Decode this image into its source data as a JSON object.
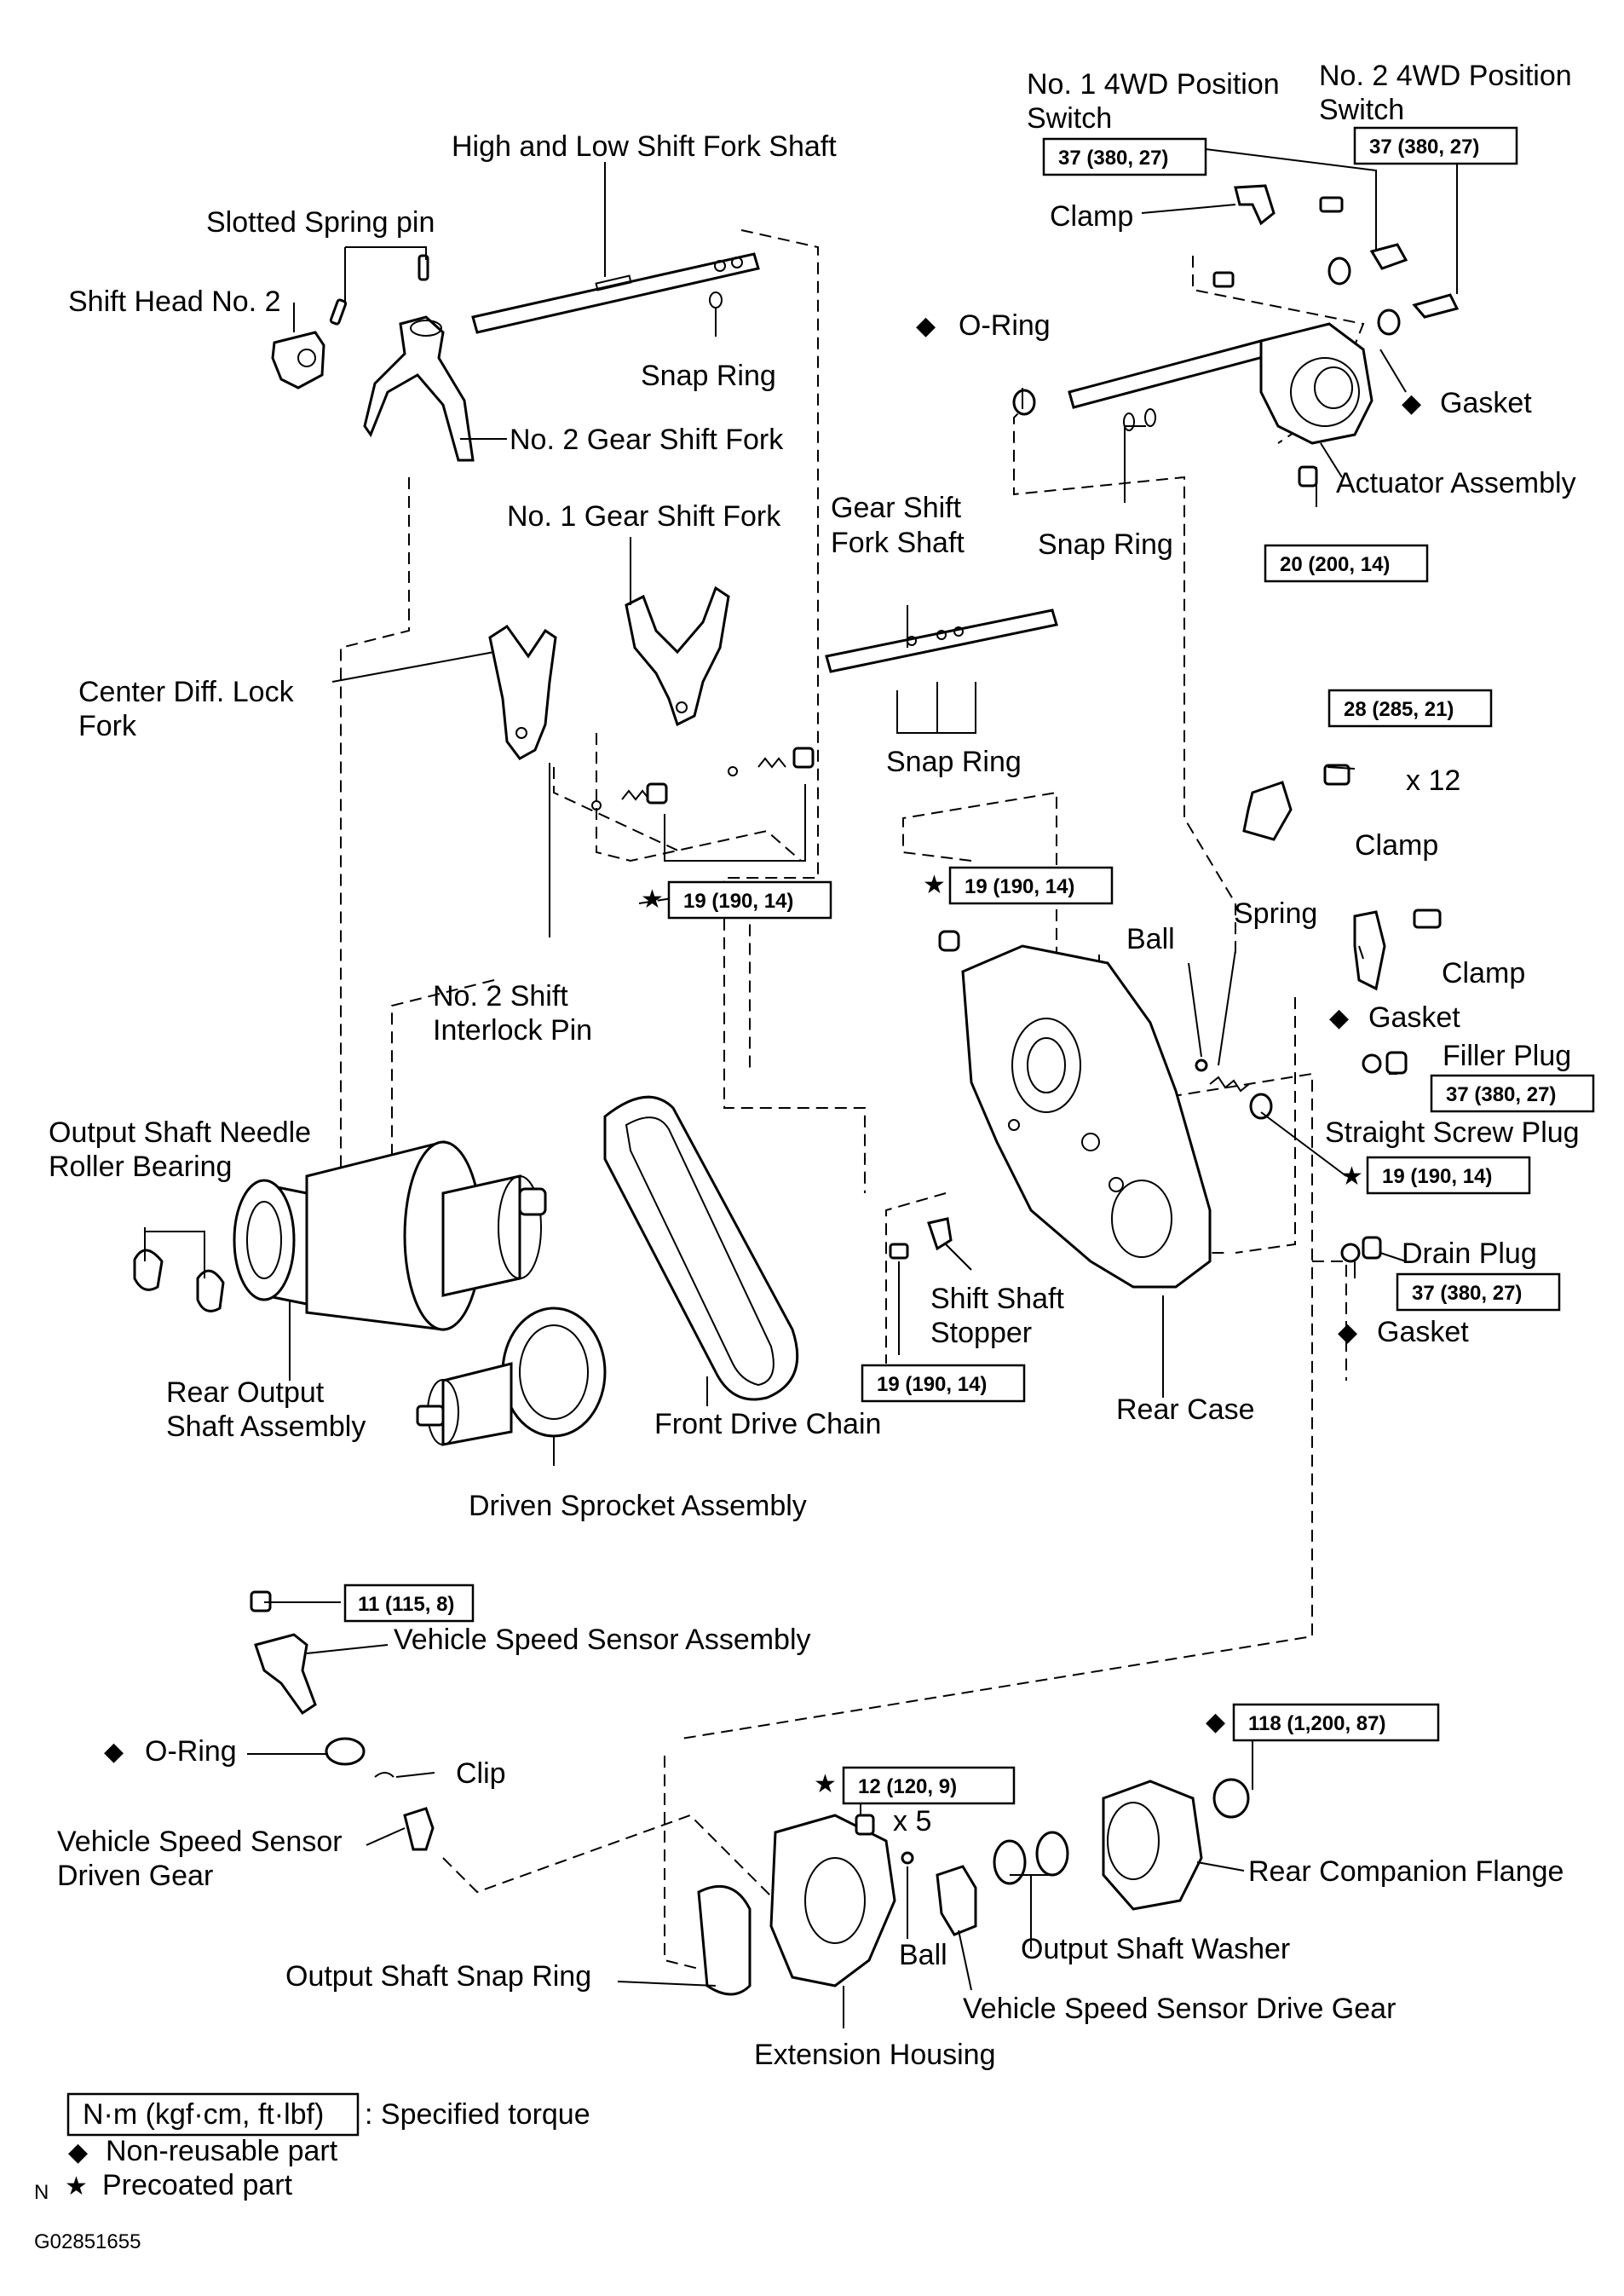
{
  "labels": {
    "no1_4wd_switch": [
      "No. 1 4WD Position",
      "Switch"
    ],
    "no2_4wd_switch": [
      "No. 2 4WD Position",
      "Switch"
    ],
    "high_low_shaft": "High and Low Shift Fork Shaft",
    "slotted_spring_pin": "Slotted Spring pin",
    "shift_head_no2": "Shift Head No. 2",
    "clamp": "Clamp",
    "o_ring": "O-Ring",
    "snap_ring": "Snap Ring",
    "gasket": "Gasket",
    "no2_gear_shift_fork": "No. 2 Gear Shift Fork",
    "actuator_assembly": "Actuator Assembly",
    "no1_gear_shift_fork": "No. 1 Gear Shift Fork",
    "gear_shift_fork_shaft": [
      "Gear Shift",
      "Fork Shaft"
    ],
    "center_diff_lock_fork": [
      "Center Diff. Lock",
      "Fork"
    ],
    "x12": "x 12",
    "spring": "Spring",
    "ball": "Ball",
    "no2_shift_interlock_pin": [
      "No. 2 Shift",
      "Interlock Pin"
    ],
    "filler_plug": "Filler Plug",
    "output_shaft_needle_roller_bearing": [
      "Output Shaft Needle",
      "Roller Bearing"
    ],
    "straight_screw_plug": "Straight Screw Plug",
    "drain_plug": "Drain Plug",
    "shift_shaft_stopper": [
      "Shift Shaft",
      "Stopper"
    ],
    "rear_output_shaft_assembly": [
      "Rear Output",
      "Shaft Assembly"
    ],
    "front_drive_chain": "Front Drive Chain",
    "rear_case": "Rear Case",
    "driven_sprocket_assembly": "Driven Sprocket Assembly",
    "vehicle_speed_sensor_assembly": "Vehicle Speed Sensor Assembly",
    "clip": "Clip",
    "vehicle_speed_sensor_driven_gear": [
      "Vehicle Speed Sensor",
      "Driven Gear"
    ],
    "x5": "x 5",
    "rear_companion_flange": "Rear Companion Flange",
    "output_shaft_washer": "Output Shaft Washer",
    "output_shaft_snap_ring": "Output Shaft Snap Ring",
    "vehicle_speed_sensor_drive_gear": "Vehicle Speed Sensor Drive Gear",
    "extension_housing": "Extension Housing"
  },
  "torques": {
    "no1_switch": "37 (380, 27)",
    "no2_switch": "37 (380, 27)",
    "actuator": "20 (200, 14)",
    "clamp_bolts": "28 (285, 21)",
    "interlock_plug": "19 (190, 14)",
    "rear_case_plug": "19 (190, 14)",
    "filler_plug": "37 (380, 27)",
    "straight_screw_plug": "19 (190, 14)",
    "drain_plug": "37 (380, 27)",
    "shift_shaft_stopper": "19 (190, 14)",
    "speed_sensor": "11 (115, 8)",
    "extension_housing_bolts": "12 (120, 9)",
    "companion_flange_nut": "118 (1,200, 87)"
  },
  "legend": {
    "torque_box": "N·m (kgf·cm, ft·lbf)",
    "torque_desc": ": Specified torque",
    "non_reusable": "Non-reusable part",
    "precoated": "Precoated part",
    "diamond": "◆",
    "star": "★",
    "north": "N"
  },
  "figure_code": "G02851655"
}
